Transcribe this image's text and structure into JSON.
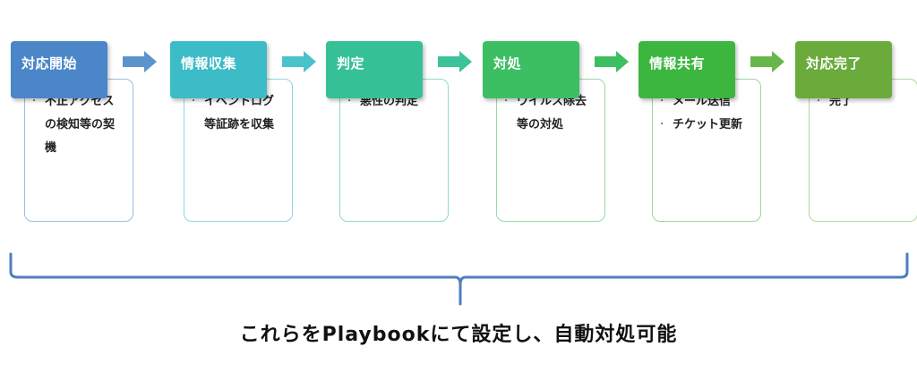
{
  "steps": [
    {
      "title": "対応開始",
      "color": "#4a86c8",
      "border": "#9cbbe3",
      "items": [
        "不正アクセスの検知等の契機"
      ]
    },
    {
      "title": "情報収集",
      "color": "#3bbcc7",
      "border": "#8fd6dd",
      "items": [
        "イベントログ等証跡を収集"
      ]
    },
    {
      "title": "判定",
      "color": "#35c195",
      "border": "#8fdcc3",
      "items": [
        "悪性の判定"
      ]
    },
    {
      "title": "対処",
      "color": "#3cbf62",
      "border": "#93dba8",
      "items": [
        "ウイルス除去等の対処"
      ]
    },
    {
      "title": "情報共有",
      "color": "#3db63f",
      "border": "#98d99a",
      "items": [
        "メール送信",
        "チケット更新"
      ]
    },
    {
      "title": "対応完了",
      "color": "#6aab3c",
      "border": "#b3d89b",
      "items": [
        "完了"
      ]
    }
  ],
  "arrow_colors": [
    "#5b94cc",
    "#48c2cb",
    "#3cc39a",
    "#3cbf5e",
    "#67b84a"
  ],
  "brace_color": "#4d7fbf",
  "caption": "これらをPlaybookにて設定し、自動対処可能"
}
